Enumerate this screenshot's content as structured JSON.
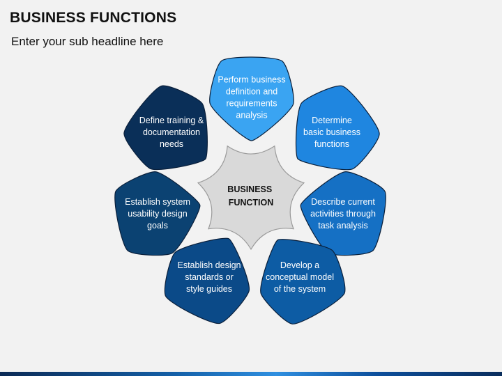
{
  "header": {
    "title": "BUSINESS FUNCTIONS",
    "subtitle": "Enter your sub headline here"
  },
  "center": {
    "lines": [
      "BUSINESS",
      "FUNCTION"
    ],
    "fill": "#d9d9d9"
  },
  "petals": [
    {
      "lines": [
        "Perform business",
        "definition and",
        "requirements",
        "analysis"
      ],
      "color": "#3aa4f2"
    },
    {
      "lines": [
        "Determine",
        "basic business",
        "functions"
      ],
      "color": "#1f86e0"
    },
    {
      "lines": [
        "Describe current",
        "activities through",
        "task analysis"
      ],
      "color": "#1570c4"
    },
    {
      "lines": [
        "Develop a",
        "conceptual model",
        "of the system"
      ],
      "color": "#0d5ca4"
    },
    {
      "lines": [
        "Establish design",
        "standards or",
        "style guides"
      ],
      "color": "#0b4a88"
    },
    {
      "lines": [
        "Establish system",
        "usability design",
        "goals"
      ],
      "color": "#0b4272"
    },
    {
      "lines": [
        "Define training &",
        "documentation",
        "needs"
      ],
      "color": "#0a2f58"
    }
  ]
}
